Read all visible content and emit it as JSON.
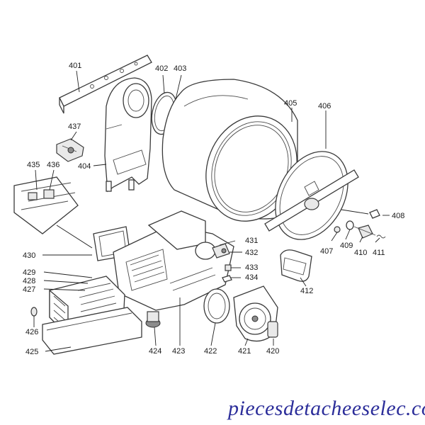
{
  "callouts": {
    "p401": "401",
    "p402": "402",
    "p403": "403",
    "p404": "404",
    "p405": "405",
    "p406": "406",
    "p407": "407",
    "p408": "408",
    "p409": "409",
    "p410": "410",
    "p411": "411",
    "p412": "412",
    "p420": "420",
    "p421": "421",
    "p422": "422",
    "p423": "423",
    "p424": "424",
    "p425": "425",
    "p426": "426",
    "p427": "427",
    "p428": "428",
    "p429": "429",
    "p430": "430",
    "p431": "431",
    "p432": "432",
    "p433": "433",
    "p434": "434",
    "p435": "435",
    "p436": "436",
    "p437": "437"
  },
  "watermark": "piecesdetacheeselec.com",
  "colors": {
    "line": "#3a3a3a",
    "watermark": "#2c2e9a",
    "background": "#ffffff"
  }
}
